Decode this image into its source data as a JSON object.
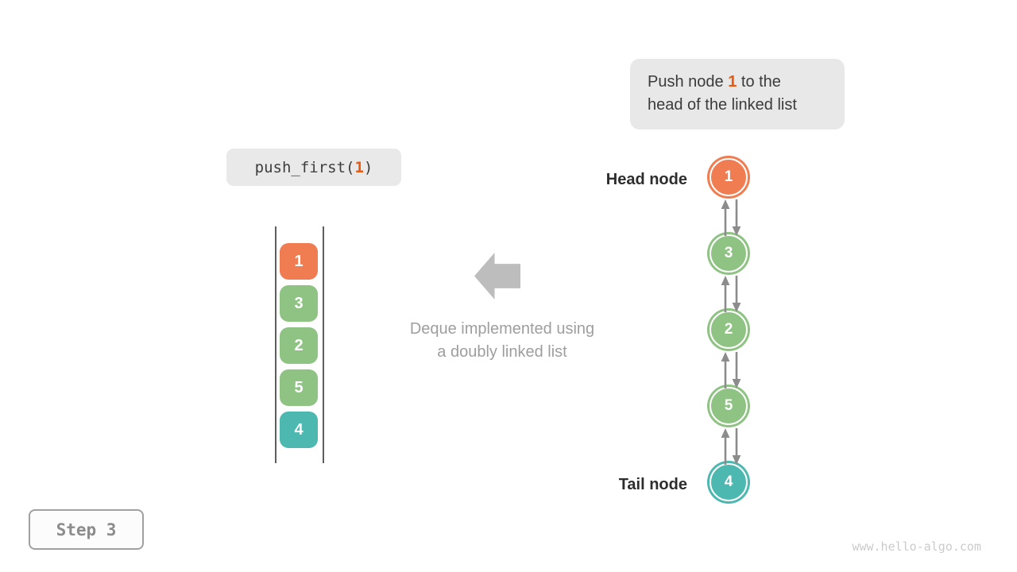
{
  "callout": {
    "line1_prefix": "Push node ",
    "line1_highlight": "1",
    "line1_suffix": " to the",
    "line2": "head of the linked list"
  },
  "code_box": {
    "prefix": "push_first(",
    "highlight": "1",
    "suffix": ")"
  },
  "stack": {
    "items": [
      {
        "value": "1",
        "color": "#F07C52"
      },
      {
        "value": "3",
        "color": "#8FC383"
      },
      {
        "value": "2",
        "color": "#8FC383"
      },
      {
        "value": "5",
        "color": "#8FC383"
      },
      {
        "value": "4",
        "color": "#4DB8AF"
      }
    ]
  },
  "center_note": {
    "arrow_icon": "left-block-arrow",
    "lines": [
      "Deque implemented using",
      "a doubly linked list"
    ]
  },
  "linked_list": {
    "head_label": "Head node",
    "tail_label": "Tail node",
    "nodes": [
      {
        "value": "1",
        "color": "#F07C52"
      },
      {
        "value": "3",
        "color": "#8FC383"
      },
      {
        "value": "2",
        "color": "#8FC383"
      },
      {
        "value": "5",
        "color": "#8FC383"
      },
      {
        "value": "4",
        "color": "#4DB8AF"
      }
    ]
  },
  "step_badge": {
    "label": "Step 3"
  },
  "watermark": {
    "text": "www.hello-algo.com"
  },
  "colors": {
    "highlight_text": "#E9580E",
    "orange": "#F07C52",
    "green": "#8FC383",
    "teal": "#4DB8AF"
  }
}
